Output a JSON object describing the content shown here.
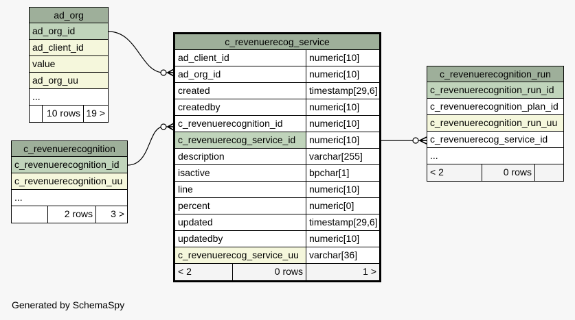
{
  "tables": {
    "ad_org": {
      "name": "ad_org",
      "columns": [
        "ad_org_id",
        "ad_client_id",
        "value",
        "ad_org_uu",
        "..."
      ],
      "footer": [
        "",
        "10 rows",
        "19 >"
      ]
    },
    "c_revenuerecognition": {
      "name": "c_revenuerecognition",
      "columns": [
        "c_revenuerecognition_id",
        "c_revenuerecognition_uu",
        "..."
      ],
      "footer": [
        "",
        "2 rows",
        "3 >"
      ]
    },
    "c_revenuerecog_service": {
      "name": "c_revenuerecog_service",
      "columns": [
        {
          "name": "ad_client_id",
          "type": "numeric[10]"
        },
        {
          "name": "ad_org_id",
          "type": "numeric[10]"
        },
        {
          "name": "created",
          "type": "timestamp[29,6]"
        },
        {
          "name": "createdby",
          "type": "numeric[10]"
        },
        {
          "name": "c_revenuerecognition_id",
          "type": "numeric[10]"
        },
        {
          "name": "c_revenuerecog_service_id",
          "type": "numeric[10]"
        },
        {
          "name": "description",
          "type": "varchar[255]"
        },
        {
          "name": "isactive",
          "type": "bpchar[1]"
        },
        {
          "name": "line",
          "type": "numeric[10]"
        },
        {
          "name": "percent",
          "type": "numeric[0]"
        },
        {
          "name": "updated",
          "type": "timestamp[29,6]"
        },
        {
          "name": "updatedby",
          "type": "numeric[10]"
        },
        {
          "name": "c_revenuerecog_service_uu",
          "type": "varchar[36]"
        }
      ],
      "footer": [
        "< 2",
        "0 rows",
        "1 >"
      ]
    },
    "c_revenuerecognition_run": {
      "name": "c_revenuerecognition_run",
      "columns": [
        "c_revenuerecognition_run_id",
        "c_revenuerecognition_plan_id",
        "c_revenuerecognition_run_uu",
        "c_revenuerecog_service_id",
        "..."
      ],
      "footer": [
        "< 2",
        "0 rows",
        ""
      ]
    }
  },
  "caption": "Generated by SchemaSpy"
}
